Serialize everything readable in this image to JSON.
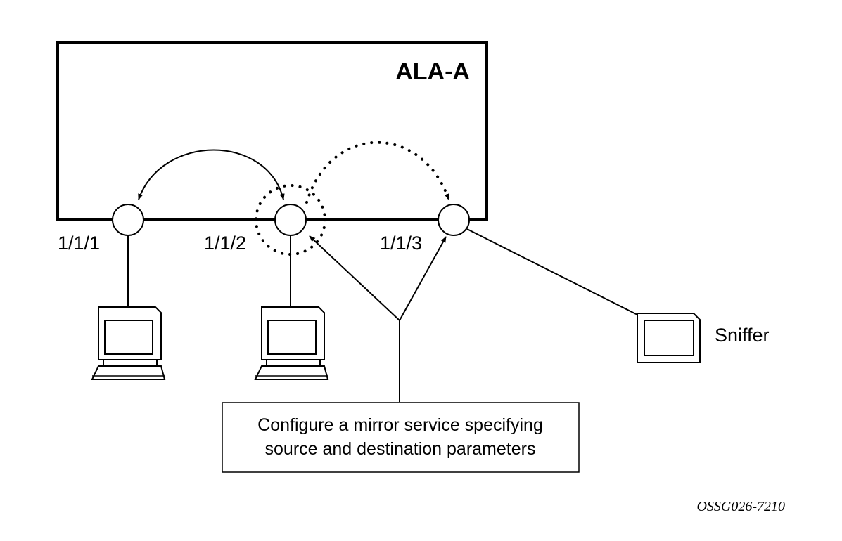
{
  "router": {
    "name": "ALA-A"
  },
  "ports": [
    {
      "label": "1/1/1"
    },
    {
      "label": "1/1/2"
    },
    {
      "label": "1/1/3"
    }
  ],
  "sniffer": {
    "label": "Sniffer"
  },
  "callout": {
    "line1": "Configure a mirror service specifying",
    "line2": "source and destination parameters"
  },
  "figure_id": "OSSG026-7210"
}
